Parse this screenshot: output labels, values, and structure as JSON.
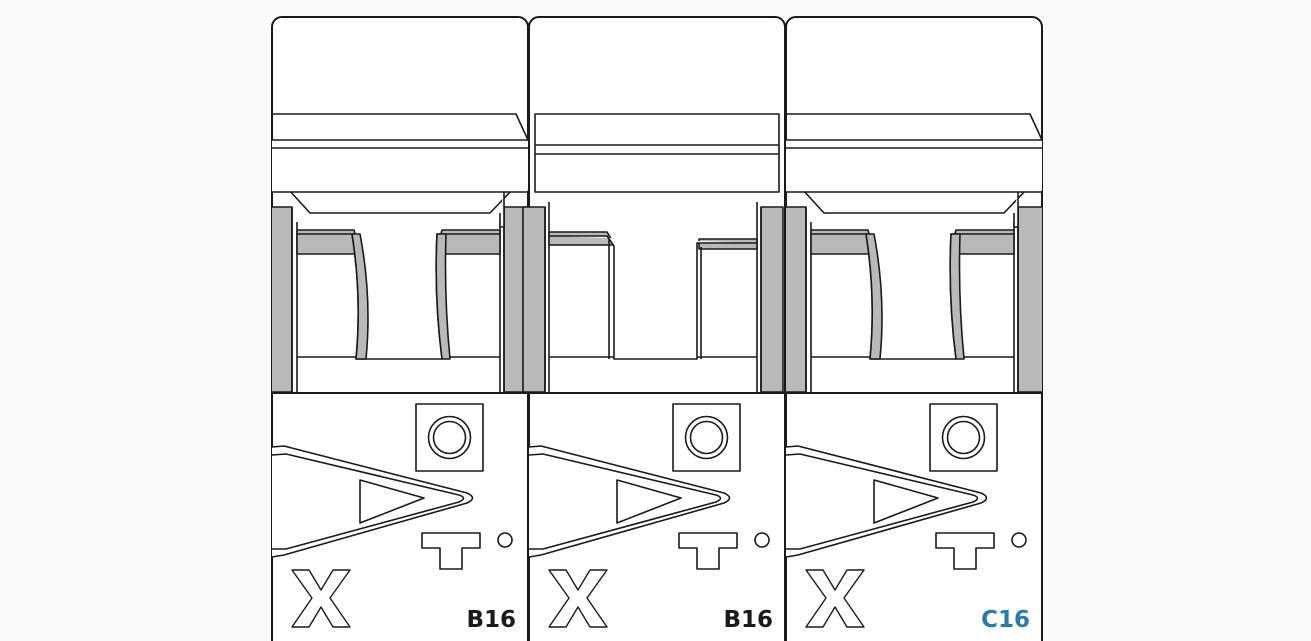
{
  "breakers": [
    {
      "rating": "B16",
      "rating_color": "#1a1a1a",
      "lever": "raised"
    },
    {
      "rating": "B16",
      "rating_color": "#1a1a1a",
      "lever": "flat"
    },
    {
      "rating": "C16",
      "rating_color": "#2a7aa8",
      "lever": "raised"
    }
  ],
  "colors": {
    "stroke": "#1a1a1a",
    "body_fill": "#ffffff",
    "shade_fill": "#b9b9b9",
    "background": "#fafafa"
  }
}
